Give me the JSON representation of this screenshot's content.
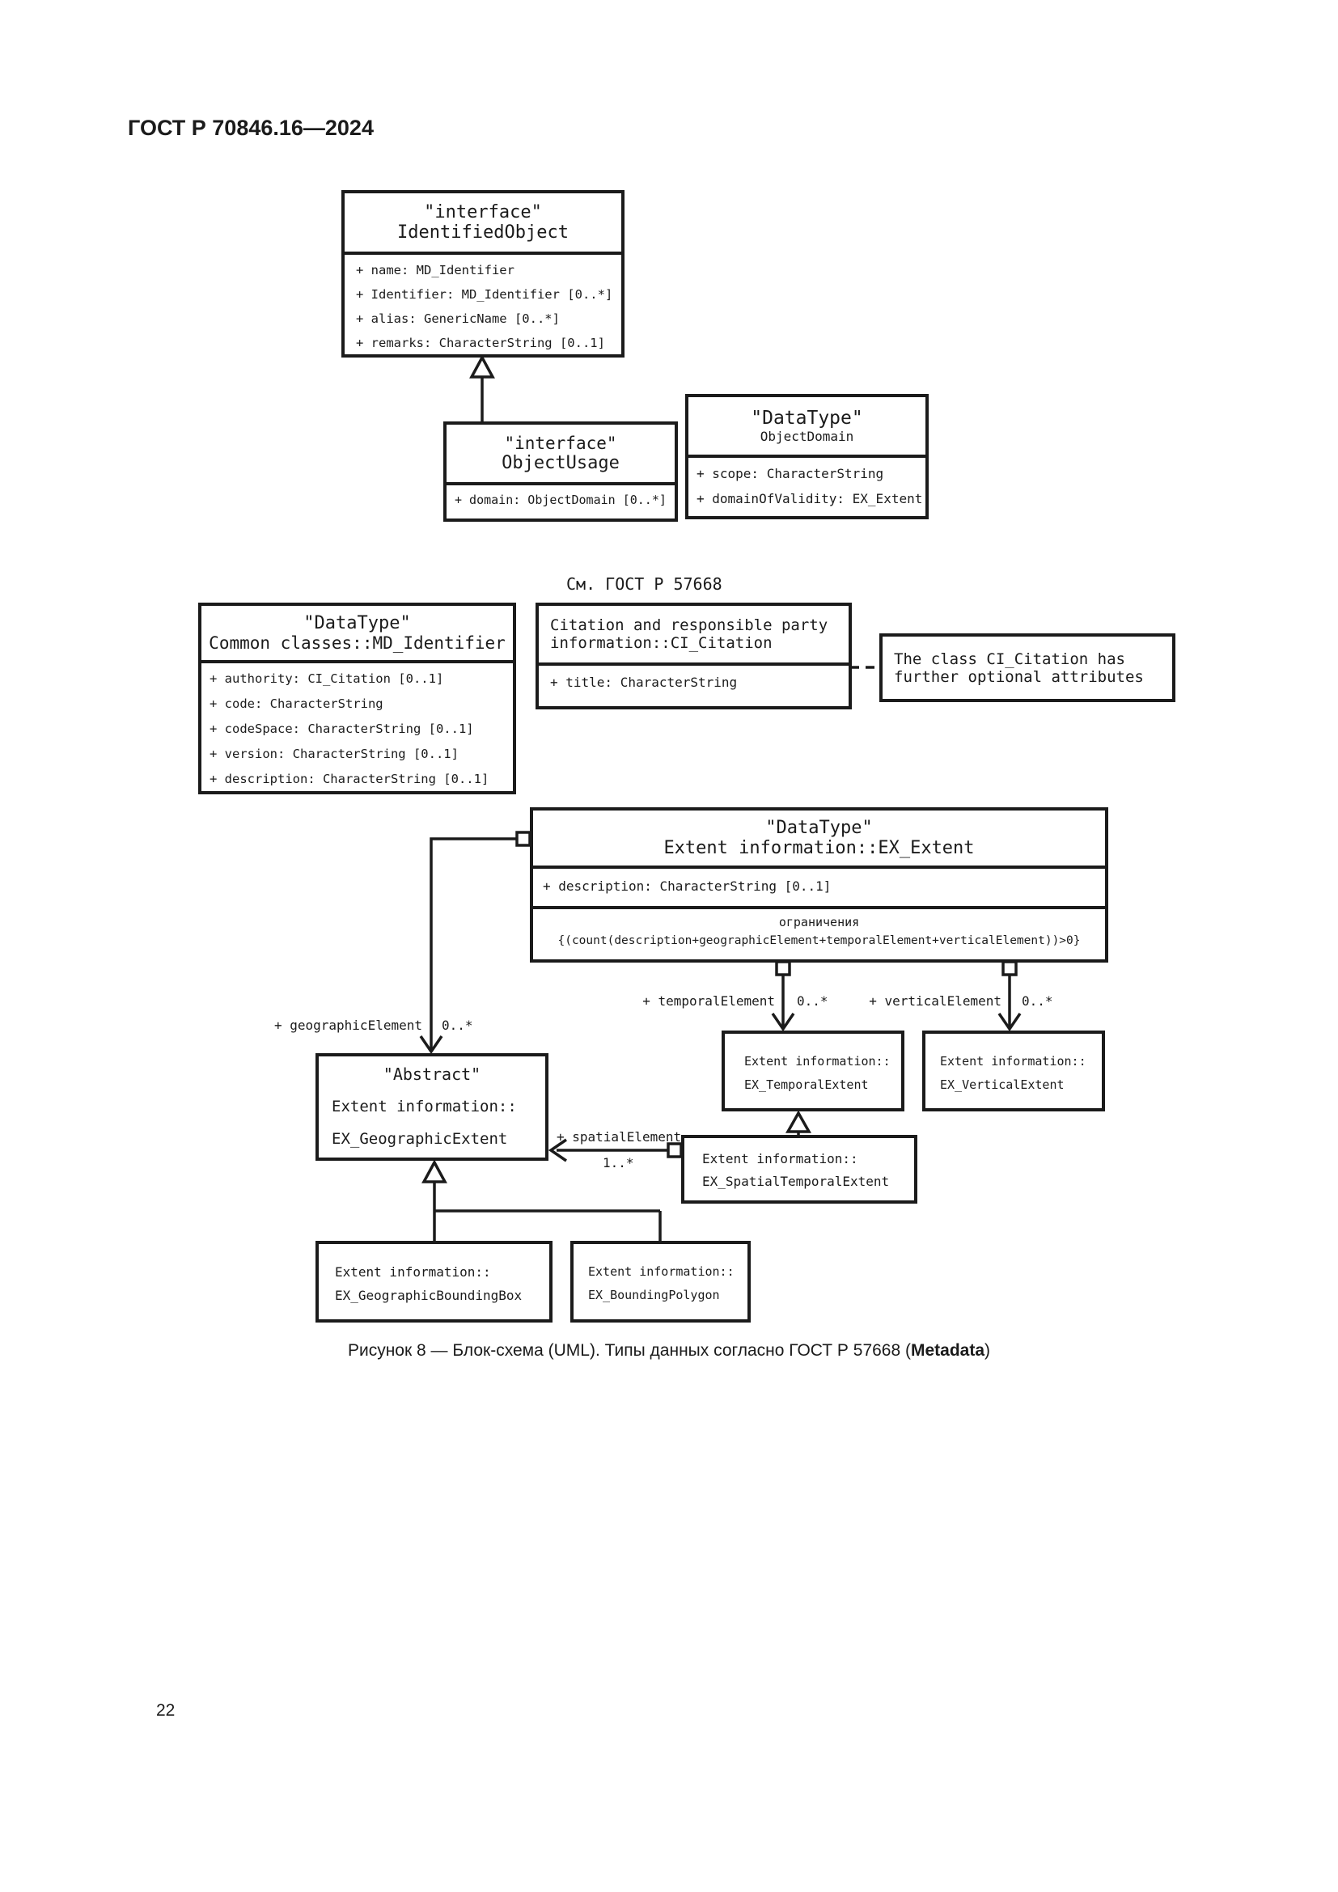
{
  "page": {
    "header": "ГОСТ Р 70846.16—2024",
    "see_reference": "См. ГОСТ Р 57668",
    "caption": {
      "prefix": "Рисунок 8 — Блок-схема (UML). Типы данных согласно ГОСТ Р 57668 (",
      "bold": "Metadata",
      "suffix": ")"
    },
    "page_number": "22"
  },
  "classes": {
    "identified_object": {
      "stereotype": "\"interface\"",
      "name": "IdentifiedObject",
      "attributes": [
        "+ name: MD_Identifier",
        "+ Identifier: MD_Identifier [0..*]",
        "+ alias: GenericName [0..*]",
        "+ remarks: CharacterString [0..1]"
      ]
    },
    "object_usage": {
      "stereotype": "\"interface\"",
      "name": "ObjectUsage",
      "attributes": [
        "+ domain: ObjectDomain [0..*]"
      ]
    },
    "object_domain": {
      "stereotype": "\"DataType\"",
      "name": "ObjectDomain",
      "attributes": [
        "+ scope: CharacterString",
        "+ domainOfValidity: EX_Extent"
      ]
    },
    "md_identifier": {
      "stereotype": "\"DataType\"",
      "name": "Common classes::MD_Identifier",
      "attributes": [
        "+ authority: CI_Citation [0..1]",
        "+ code: CharacterString",
        "+ codeSpace: CharacterString [0..1]",
        "+ version: CharacterString [0..1]",
        "+ description: CharacterString [0..1]"
      ]
    },
    "ci_citation": {
      "name_line1": "Citation and responsible party",
      "name_line2": "information::CI_Citation",
      "attributes": [
        "+ title: CharacterString"
      ]
    },
    "note": {
      "line1": "The class CI_Citation has",
      "line2": "further optional attributes"
    },
    "ex_extent": {
      "stereotype": "\"DataType\"",
      "name": "Extent information::EX_Extent",
      "attributes": [
        "+ description: CharacterString [0..1]"
      ],
      "constraint_heading": "ограничения",
      "constraint_body": "{(count(description+geographicElement+temporalElement+verticalElement))>0}"
    },
    "ex_geographic_extent": {
      "stereotype": "\"Abstract\"",
      "line1": "Extent information::",
      "line2": "EX_GeographicExtent"
    },
    "ex_temporal_extent": {
      "line1": "Extent information::",
      "line2": "EX_TemporalExtent"
    },
    "ex_vertical_extent": {
      "line1": "Extent information::",
      "line2": "EX_VerticalExtent"
    },
    "ex_spatial_temporal_extent": {
      "line1": "Extent information::",
      "line2": "EX_SpatialTemporalExtent"
    },
    "ex_geographic_bounding_box": {
      "line1": "Extent information::",
      "line2": "EX_GeographicBoundingBox"
    },
    "ex_bounding_polygon": {
      "line1": "Extent information::",
      "line2": "EX_BoundingPolygon"
    }
  },
  "associations": {
    "geographic_element": {
      "label": "+ geographicElement",
      "multiplicity": "0..*"
    },
    "temporal_element": {
      "label": "+ temporalElement",
      "multiplicity": "0..*"
    },
    "vertical_element": {
      "label": "+ verticalElement",
      "multiplicity": "0..*"
    },
    "spatial_element": {
      "label": "+ spatialElement",
      "multiplicity": "1..*"
    }
  }
}
